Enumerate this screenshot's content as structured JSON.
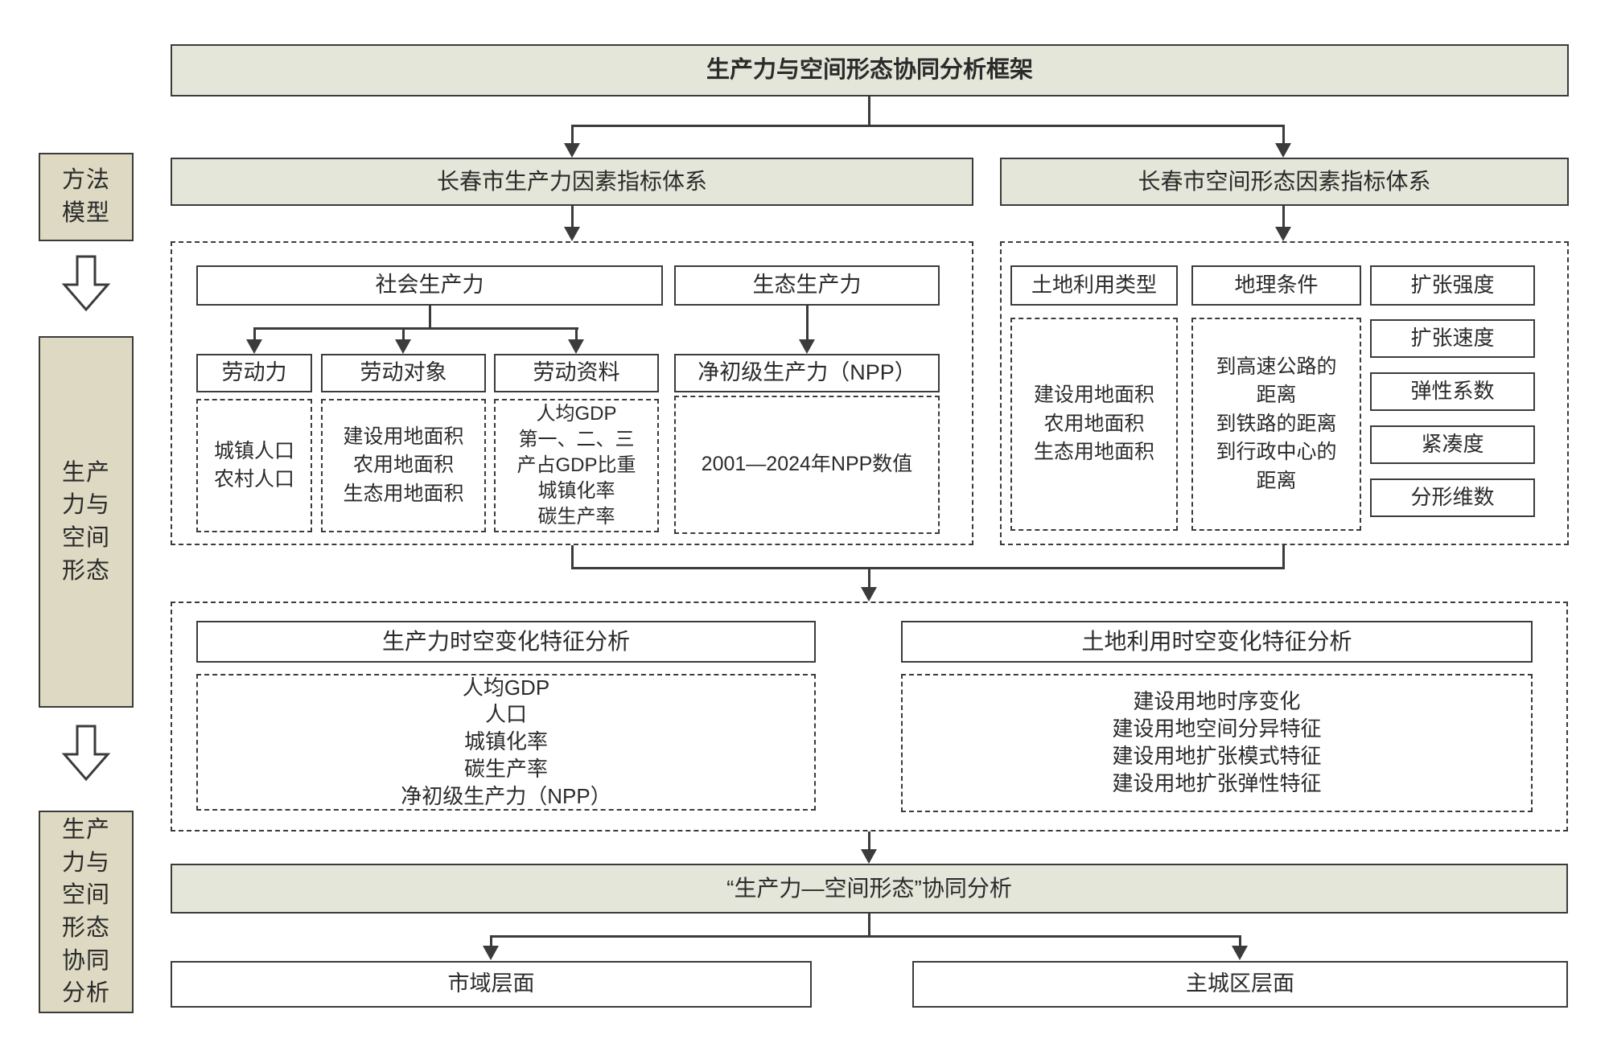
{
  "title": "生产力与空间形态协同分析框架",
  "colors": {
    "header_bg": "#e3e6d8",
    "sidebar_bg": "#ddd9c2",
    "line": "#3b3b3b"
  },
  "sidebar": {
    "method_model": "方法\n模型",
    "productivity_spatial": "生产\n力与\n空间\n形态",
    "synergy_analysis": "生产\n力与\n空间\n形态\n协同\n分析"
  },
  "left_branch": {
    "header": "长春市生产力因素指标体系",
    "social": "社会生产力",
    "eco": "生态生产力",
    "labor_force": "劳动力",
    "labor_object": "劳动对象",
    "labor_material": "劳动资料",
    "npp": "净初级生产力（NPP）",
    "labor_force_items": "城镇人口\n农村人口",
    "labor_object_items": "建设用地面积\n农用地面积\n生态用地面积",
    "labor_material_items": "人均GDP\n第一、二、三\n产占GDP比重\n城镇化率\n碳生产率",
    "npp_items": "2001—2024年NPP数值"
  },
  "right_branch": {
    "header": "长春市空间形态因素指标体系",
    "land_use_type": "土地利用类型",
    "geo_condition": "地理条件",
    "expansion_intensity": "扩张强度",
    "land_use_items": "建设用地面积\n农用地面积\n生态用地面积",
    "geo_items": "到高速公路的\n距离\n到铁路的距离\n到行政中心的\n距离",
    "expansion_speed": "扩张速度",
    "elasticity_coefficient": "弹性系数",
    "compactness": "紧凑度",
    "fractal_dimension": "分形维数"
  },
  "analysis": {
    "productivity_header": "生产力时空变化特征分析",
    "productivity_items": "人均GDP\n人口\n城镇化率\n碳生产率\n净初级生产力（NPP）",
    "landuse_header": "土地利用时空变化特征分析",
    "landuse_items": "建设用地时序变化\n建设用地空间分异特征\n建设用地扩张模式特征\n建设用地扩张弹性特征"
  },
  "synergy": {
    "header": "“生产力—空间形态”协同分析",
    "city_level": "市域层面",
    "main_city_level": "主城区层面"
  }
}
